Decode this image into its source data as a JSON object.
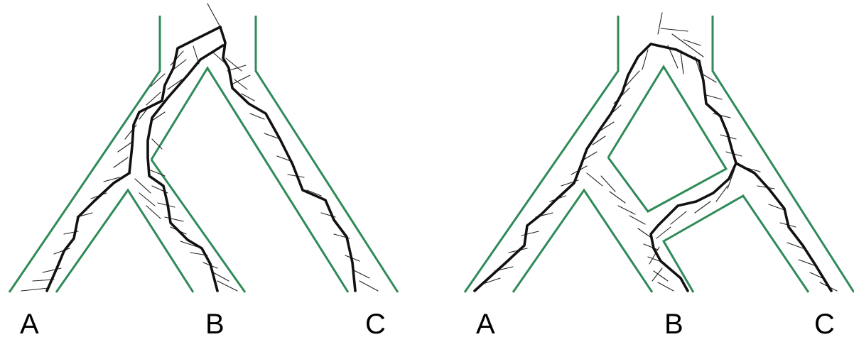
{
  "colors": {
    "species_tree": "#2e8b57",
    "gene_tree": "#111111",
    "twigs": "#222222",
    "background": "#ffffff"
  },
  "left_panel": {
    "labels": [
      "A",
      "B",
      "C"
    ]
  },
  "right_panel": {
    "labels": [
      "A",
      "B",
      "C"
    ]
  }
}
